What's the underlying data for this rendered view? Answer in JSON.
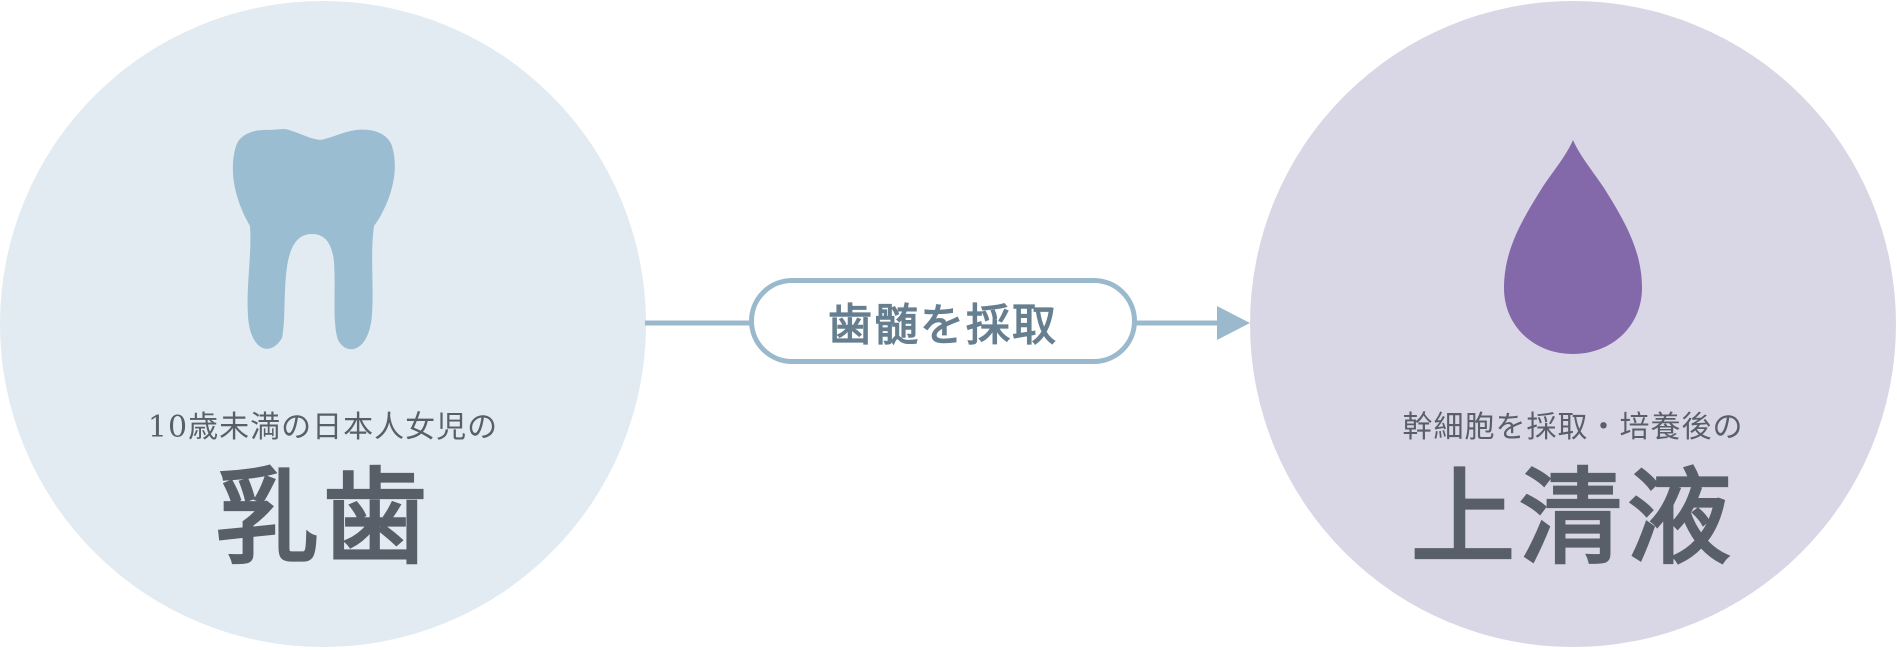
{
  "left": {
    "subtitle": "10歳未満の日本人女児の",
    "title": "乳歯",
    "icon": "tooth-icon"
  },
  "process": {
    "label": "歯髄を採取"
  },
  "right": {
    "subtitle": "幹細胞を採取・培養後の",
    "title": "上清液",
    "icon": "drop-icon"
  },
  "colors": {
    "left_circle": "#e1ebf1",
    "right_circle": "#d9d7e5",
    "tooth": "#9bbdd1",
    "drop": "#8469aa",
    "connector": "#9bb9cc",
    "text": "#585f68",
    "process_text": "#667f90"
  }
}
